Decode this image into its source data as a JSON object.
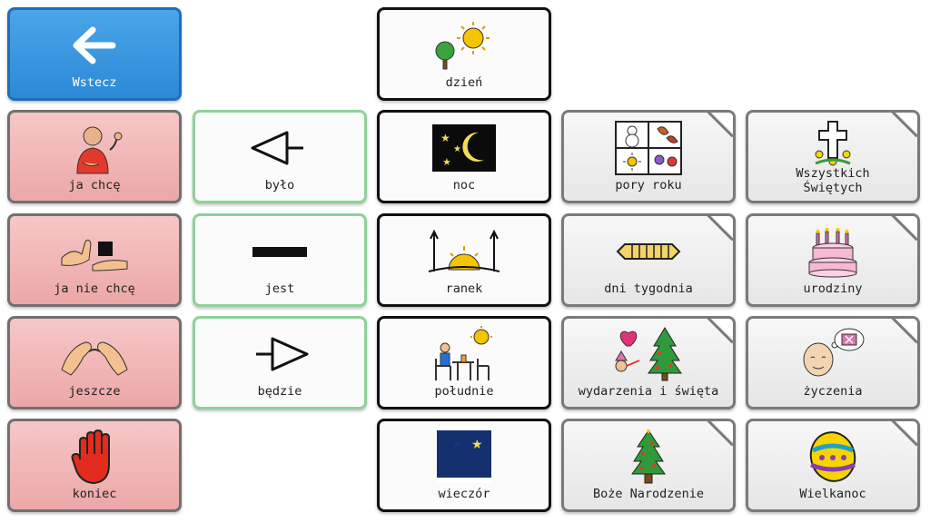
{
  "cells": {
    "back": "Wstecz",
    "dzien": "dzień",
    "ja_chce": "ja chcę",
    "bylo": "było",
    "noc": "noc",
    "pory_roku": "pory roku",
    "wszystkich": "Wszystkich\nŚwiętych",
    "ja_nie_chce": "ja nie chcę",
    "jest": "jest",
    "ranek": "ranek",
    "dni_tygodnia": "dni tygodnia",
    "urodziny": "urodziny",
    "jeszcze": "jeszcze",
    "bedzie": "będzie",
    "poludnie": "południe",
    "wydarzenia": "wydarzenia i święta",
    "zyczenia": "życzenia",
    "koniec": "koniec",
    "wieczor": "wieczór",
    "boze_narodzenie": "Boże Narodzenie",
    "wielkanoc": "Wielkanoc"
  },
  "icons": {
    "back": "arrow-left-icon",
    "dzien": "sun-tree-icon",
    "ja_chce": "person-wanting-icon",
    "bylo": "past-arrow-icon",
    "noc": "moon-stars-icon",
    "pory_roku": "seasons-icon",
    "wszystkich": "grave-cross-icon",
    "ja_nie_chce": "hands-refusing-icon",
    "jest": "present-bar-icon",
    "ranek": "sunrise-icon",
    "dni_tygodnia": "week-days-icon",
    "urodziny": "birthday-cake-icon",
    "jeszcze": "more-hands-icon",
    "bedzie": "future-arrow-icon",
    "poludnie": "lunch-table-icon",
    "wydarzenia": "events-holidays-icon",
    "zyczenia": "wishes-face-icon",
    "koniec": "stop-hand-icon",
    "wieczor": "evening-moon-icon",
    "boze_narodzenie": "christmas-tree-icon",
    "wielkanoc": "easter-egg-icon"
  },
  "colors": {
    "back": "#2c89d6",
    "red_cell": "#eca7a7",
    "green_border": "#8fd19a",
    "black_border": "#111111",
    "folder_border": "#7a7a7a"
  }
}
